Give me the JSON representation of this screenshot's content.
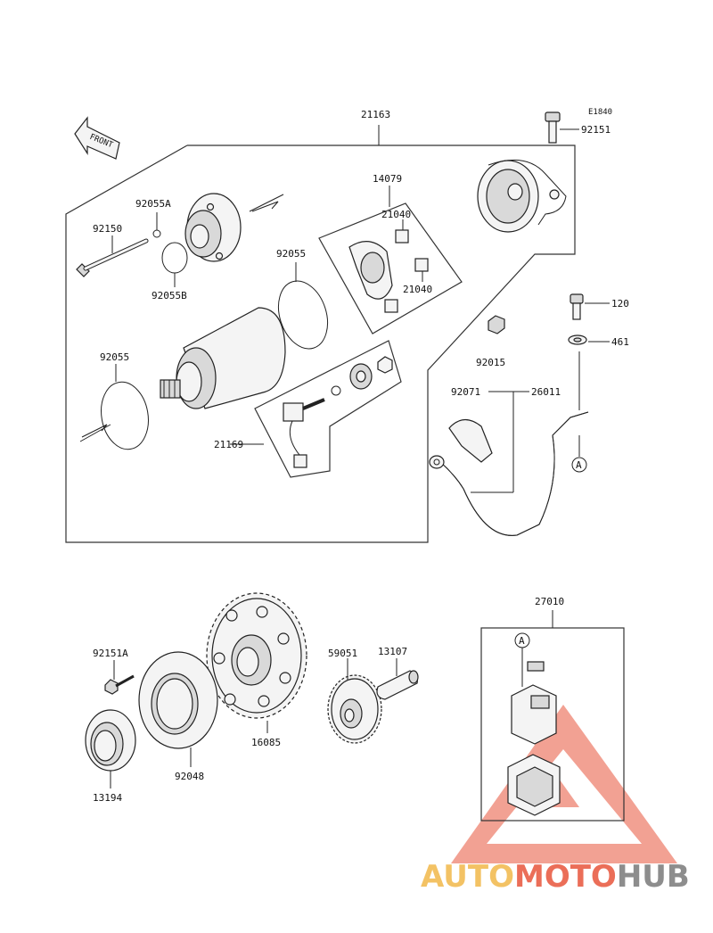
{
  "diagram": {
    "code": "E1840",
    "front_label": "FRONT",
    "parts": {
      "p21163": "21163",
      "p92151": "92151",
      "p92055a": "92055A",
      "p92150": "92150",
      "p92055b": "92055B",
      "p92055_top": "92055",
      "p92055_left": "92055",
      "p14079": "14079",
      "p21040_a": "21040",
      "p21040_b": "21040",
      "p120": "120",
      "p461": "461",
      "p92015": "92015",
      "p92071": "92071",
      "p26011": "26011",
      "p21169": "21169",
      "p27010": "27010",
      "p92151a": "92151A",
      "p59051": "59051",
      "p13107": "13107",
      "p16085": "16085",
      "p13194": "13194",
      "p92048": "92048"
    },
    "callout_a1": "A",
    "callout_a2": "A"
  },
  "watermark": {
    "part1": "AUTO",
    "part2": "MOTO",
    "part3": "HUB",
    "colors": {
      "auto": "#f2b84a",
      "moto": "#e8553c",
      "hub": "#7a7a7a",
      "triangle": "#e8553c"
    }
  }
}
